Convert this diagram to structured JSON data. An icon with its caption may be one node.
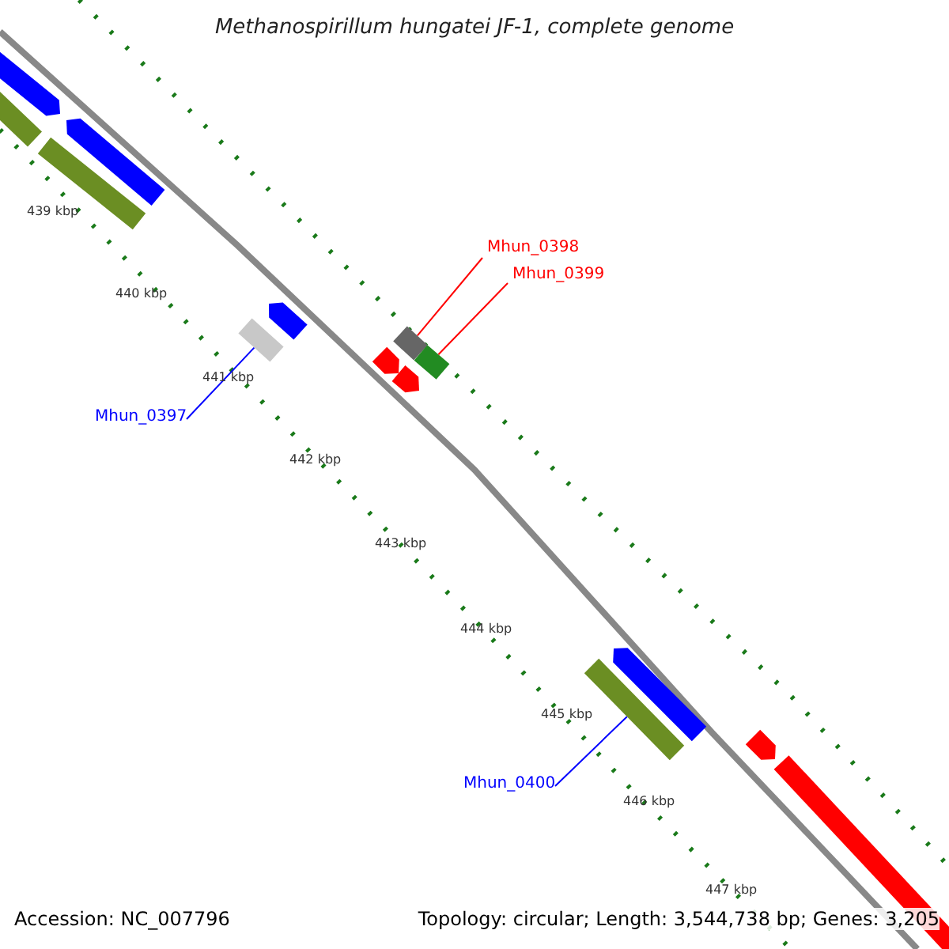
{
  "diagram": {
    "title": "Methanospirillum hungatei JF-1, complete genome",
    "nodes": [
      {
        "text": [],
        "shape": "pentagon"
      },
      {
        "text": [],
        "shape": "box"
      },
      {
        "text": [],
        "shape": "pentagon"
      },
      {
        "text": [],
        "shape": "box"
      },
      {
        "text": [],
        "shape": "box"
      },
      {
        "text": [],
        "shape": "pentagon"
      },
      {
        "text": [
          "Mhun_0398"
        ]
      },
      {
        "text": [],
        "shape": "box"
      },
      {
        "text": [
          "Mhun_0399"
        ]
      },
      {
        "text": [],
        "shape": "box"
      },
      {
        "text": [],
        "shape": "pentagon"
      },
      {
        "text": [],
        "shape": "pentagon"
      },
      {
        "text": [
          "Mhun_0397"
        ]
      },
      {
        "text": [],
        "shape": "pentagon"
      },
      {
        "text": [],
        "shape": "box"
      },
      {
        "text": [
          "Mhun_0400"
        ]
      },
      {
        "text": [],
        "shape": "pentagon"
      },
      {
        "text": [],
        "shape": "box"
      }
    ],
    "edges": [
      {
        "from": 6,
        "to": 7,
        "arrow": "none",
        "color": "#ff0000"
      },
      {
        "from": 8,
        "to": 9,
        "arrow": "none",
        "color": "#ff0000"
      },
      {
        "from": 12,
        "to": 4,
        "arrow": "none",
        "color": "#0000ff"
      },
      {
        "from": 15,
        "to": 14,
        "arrow": "none",
        "color": "#0000ff"
      }
    ],
    "labels": [
      "439 kbp",
      "440 kbp",
      "441 kbp",
      "442 kbp",
      "443 kbp",
      "444 kbp",
      "445 kbp",
      "446 kbp",
      "447 kbp",
      "Accession: NC_007796",
      "Topology: circular; Length: 3,544,738 bp; Genes: 3,205"
    ]
  }
}
